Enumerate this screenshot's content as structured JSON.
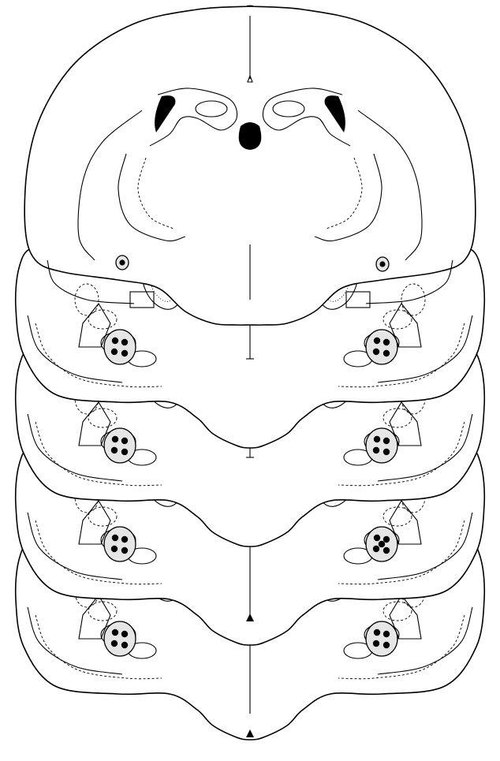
{
  "figure": {
    "description_free": true,
    "colors": {
      "line": "#000000",
      "background": "#ffffff",
      "lesion_fill": "#e6e6e6"
    },
    "sections": [
      {
        "level": 1,
        "left_dots": 1,
        "right_dots": 1
      },
      {
        "level": 2,
        "left_dots": 4,
        "right_dots": 4
      },
      {
        "level": 3,
        "left_dots": 4,
        "right_dots": 4
      },
      {
        "level": 4,
        "left_dots": 4,
        "right_dots": 5
      },
      {
        "level": 5,
        "left_dots": 4,
        "right_dots": 4
      }
    ]
  }
}
